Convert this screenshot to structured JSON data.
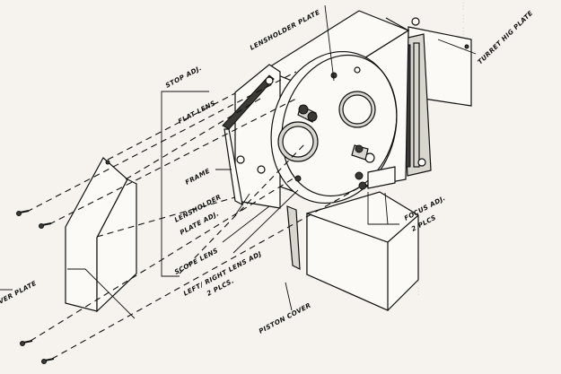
{
  "figure": {
    "labels": {
      "lensholder_plate": "LENSHOLDER PLATE",
      "turret_hig_plate": "TURRET HIG PLATE",
      "stop_adj": "STOP ADJ.",
      "flat_lens": "FLAT LENS",
      "frame": "FRAME",
      "lensholder_plate_adj_1": "LENSHOLDER",
      "lensholder_plate_adj_2": "PLATE ADJ.",
      "focus_adj_1": "FOCUS ADJ.",
      "focus_adj_2": "2 PLCS",
      "scope_lens": "SCOPE LENS",
      "left_right_lens_adj_1": "LEFT/ RIGHT LENS ADJ",
      "left_right_lens_adj_2": "2 PLCS.",
      "cover_plate": "VER PLATE",
      "piston_cover": "PISTON COVER"
    }
  }
}
